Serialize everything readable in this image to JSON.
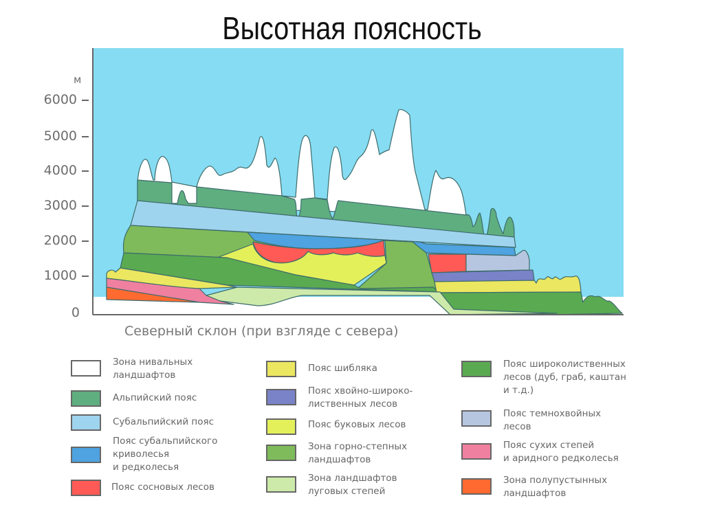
{
  "title": "Высотная поясность",
  "chart_data": {
    "type": "diagram",
    "title": "Высотная поясность",
    "xlabel": "Северный склон (при взгляде с севера)",
    "ylabel": "м",
    "y_ticks": [
      0,
      1000,
      2000,
      3000,
      4000,
      5000,
      6000
    ],
    "ylim": [
      0,
      6500
    ],
    "max_peak_m": 5600,
    "colors": {
      "sky": "#86dcf2",
      "nival": "#ffffff",
      "alpine": "#5fae80",
      "subalpine": "#9fd4ef",
      "krummholz": "#4ea3e0",
      "pine": "#ff5a55",
      "shiblyak": "#ebe760",
      "mixed_conifer": "#7a82c8",
      "beech": "#e3f05a",
      "mountain_steppe": "#7fbb5a",
      "meadow_steppe": "#cdeaaa",
      "broadleaf": "#5aaa52",
      "dark_conifer": "#b7c6e0",
      "dry_steppe": "#f080a0",
      "semidesert": "#ff6a30"
    }
  },
  "axis": {
    "unit": "м",
    "ticks": [
      "6000",
      "5000",
      "4000",
      "3000",
      "2000",
      "1000",
      "0"
    ],
    "caption": "Северный склон (при взгляде с севера)"
  },
  "legend": [
    {
      "label": "Зона нивальных\nландшафтов",
      "color": "#ffffff"
    },
    {
      "label": "Альпийский пояс",
      "color": "#5fae80"
    },
    {
      "label": "Субальпийский пояс",
      "color": "#9fd4ef"
    },
    {
      "label": "Пояс субальпийского\nкриволесья\nи редколесья",
      "color": "#4ea3e0"
    },
    {
      "label": "Пояс сосновых лесов",
      "color": "#ff5a55"
    },
    {
      "label": "Пояс шибляка",
      "color": "#ebe760"
    },
    {
      "label": "Пояс хвойно-широко-\nлиственных лесов",
      "color": "#7a82c8"
    },
    {
      "label": "Пояс буковых лесов",
      "color": "#e3f05a"
    },
    {
      "label": "Зона горно-степных\nландшафтов",
      "color": "#7fbb5a"
    },
    {
      "label": "Зона ландшафтов\nлуговых степей",
      "color": "#cdeaaa"
    },
    {
      "label": "Пояс широколиственных\nлесов (дуб, граб, каштан\nи т.д.)",
      "color": "#5aaa52"
    },
    {
      "label": "Пояс темнохвойных\nлесов",
      "color": "#b7c6e0"
    },
    {
      "label": "Пояс сухих степей\nи аридного редколесья",
      "color": "#f080a0"
    },
    {
      "label": "Зона полупустынных\nландшафтов",
      "color": "#ff6a30"
    }
  ]
}
